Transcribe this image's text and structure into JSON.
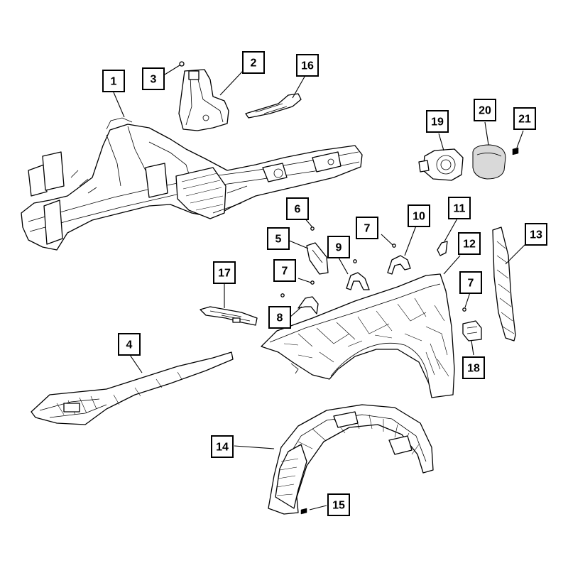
{
  "diagram": {
    "callouts": [
      {
        "id": "c1",
        "label": "1"
      },
      {
        "id": "c2",
        "label": "2"
      },
      {
        "id": "c3",
        "label": "3"
      },
      {
        "id": "c4",
        "label": "4"
      },
      {
        "id": "c5",
        "label": "5"
      },
      {
        "id": "c6",
        "label": "6"
      },
      {
        "id": "c7a",
        "label": "7"
      },
      {
        "id": "c7b",
        "label": "7"
      },
      {
        "id": "c7c",
        "label": "7"
      },
      {
        "id": "c8",
        "label": "8"
      },
      {
        "id": "c9",
        "label": "9"
      },
      {
        "id": "c10",
        "label": "10"
      },
      {
        "id": "c11",
        "label": "11"
      },
      {
        "id": "c12",
        "label": "12"
      },
      {
        "id": "c13",
        "label": "13"
      },
      {
        "id": "c14",
        "label": "14"
      },
      {
        "id": "c15",
        "label": "15"
      },
      {
        "id": "c16",
        "label": "16"
      },
      {
        "id": "c17",
        "label": "17"
      },
      {
        "id": "c18",
        "label": "18"
      },
      {
        "id": "c19",
        "label": "19"
      },
      {
        "id": "c20",
        "label": "20"
      },
      {
        "id": "c21",
        "label": "21"
      }
    ]
  }
}
